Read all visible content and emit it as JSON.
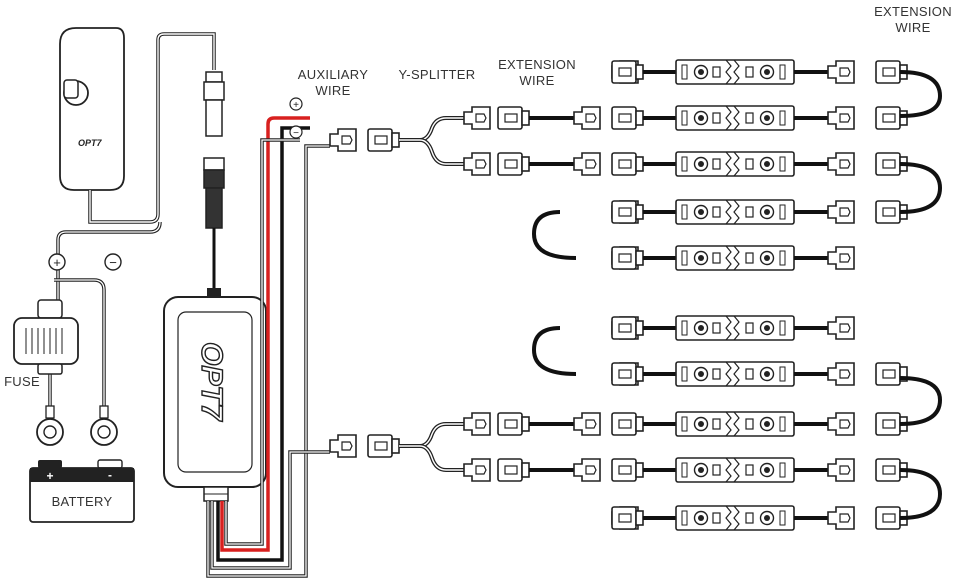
{
  "labels": {
    "auxiliary": [
      "AUXILIARY",
      "WIRE"
    ],
    "y_splitter": "Y-SPLITTER",
    "extension_mid": [
      "EXTENSION",
      "WIRE"
    ],
    "extension_top": [
      "EXTENSION",
      "WIRE"
    ],
    "fuse": "FUSE",
    "battery": "BATTERY",
    "battery_plus": "+",
    "battery_minus": "-",
    "pos_symbol": "+",
    "neg_symbol": "−",
    "aux_pos": "+",
    "aux_neg": "−"
  },
  "brand": "OPT7",
  "icons": [
    "controller-remote-icon",
    "control-box-icon",
    "fuse-icon",
    "battery-icon",
    "ring-terminal-icon",
    "led-module-icon",
    "connector-icon"
  ],
  "colors": {
    "wire_dark": "#111111",
    "wire_red": "#d8201f",
    "outline": "#222222",
    "text": "#333333"
  }
}
